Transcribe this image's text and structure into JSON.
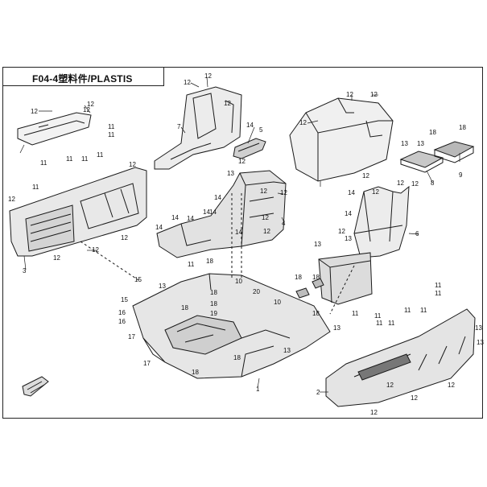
{
  "title": "F04-4塑料件/PLASTIS",
  "callouts": [
    {
      "id": "c1",
      "text": "1"
    },
    {
      "id": "c2",
      "text": "2"
    },
    {
      "id": "c3",
      "text": "3"
    },
    {
      "id": "c4",
      "text": "4"
    },
    {
      "id": "c5",
      "text": "5"
    },
    {
      "id": "c6",
      "text": "6"
    },
    {
      "id": "c7",
      "text": "7"
    },
    {
      "id": "c8",
      "text": "8"
    },
    {
      "id": "c9",
      "text": "9"
    },
    {
      "id": "c10a",
      "text": "10"
    },
    {
      "id": "c10b",
      "text": "10"
    },
    {
      "id": "c11a",
      "text": "11"
    },
    {
      "id": "c11b",
      "text": "11"
    },
    {
      "id": "c11c",
      "text": "11"
    },
    {
      "id": "c11d",
      "text": "11"
    },
    {
      "id": "c11e",
      "text": "11"
    },
    {
      "id": "c11f",
      "text": "11"
    },
    {
      "id": "c11g",
      "text": "11"
    },
    {
      "id": "c11h",
      "text": "11"
    },
    {
      "id": "c11i",
      "text": "11"
    },
    {
      "id": "c11j",
      "text": "11"
    },
    {
      "id": "c11k",
      "text": "11"
    },
    {
      "id": "c11l",
      "text": "11"
    },
    {
      "id": "c11m",
      "text": "11"
    },
    {
      "id": "c11n",
      "text": "11"
    },
    {
      "id": "c12a",
      "text": "12"
    },
    {
      "id": "c12b",
      "text": "12"
    },
    {
      "id": "c12c",
      "text": "12"
    },
    {
      "id": "c12d",
      "text": "12"
    },
    {
      "id": "c12e",
      "text": "12"
    },
    {
      "id": "c12f",
      "text": "12"
    },
    {
      "id": "c12g",
      "text": "12"
    },
    {
      "id": "c12h",
      "text": "12"
    },
    {
      "id": "c12i",
      "text": "12"
    },
    {
      "id": "c12j",
      "text": "12"
    },
    {
      "id": "c12k",
      "text": "12"
    },
    {
      "id": "c12l",
      "text": "12"
    },
    {
      "id": "c12m",
      "text": "12"
    },
    {
      "id": "c12n",
      "text": "12"
    },
    {
      "id": "c12o",
      "text": "12"
    },
    {
      "id": "c12p",
      "text": "12"
    },
    {
      "id": "c12q",
      "text": "12"
    },
    {
      "id": "c12r",
      "text": "12"
    },
    {
      "id": "c12s",
      "text": "12"
    },
    {
      "id": "c12t",
      "text": "12"
    },
    {
      "id": "c12u",
      "text": "12"
    },
    {
      "id": "c12v",
      "text": "12"
    },
    {
      "id": "c12w",
      "text": "12"
    },
    {
      "id": "c12x",
      "text": "12"
    },
    {
      "id": "c13a",
      "text": "13"
    },
    {
      "id": "c13b",
      "text": "13"
    },
    {
      "id": "c13c",
      "text": "13"
    },
    {
      "id": "c13d",
      "text": "13"
    },
    {
      "id": "c13e",
      "text": "13"
    },
    {
      "id": "c13f",
      "text": "13"
    },
    {
      "id": "c13g",
      "text": "13"
    },
    {
      "id": "c13h",
      "text": "13"
    },
    {
      "id": "c13i",
      "text": "13"
    },
    {
      "id": "c13j",
      "text": "13"
    },
    {
      "id": "c14a",
      "text": "14"
    },
    {
      "id": "c14b",
      "text": "14"
    },
    {
      "id": "c14c",
      "text": "14"
    },
    {
      "id": "c14d",
      "text": "14"
    },
    {
      "id": "c14e",
      "text": "14"
    },
    {
      "id": "c14f",
      "text": "14"
    },
    {
      "id": "c14g",
      "text": "14"
    },
    {
      "id": "c14h",
      "text": "14"
    },
    {
      "id": "c14i",
      "text": "14"
    },
    {
      "id": "c14j",
      "text": "14"
    },
    {
      "id": "c15a",
      "text": "15"
    },
    {
      "id": "c15b",
      "text": "15"
    },
    {
      "id": "c16a",
      "text": "16"
    },
    {
      "id": "c16b",
      "text": "16"
    },
    {
      "id": "c17a",
      "text": "17"
    },
    {
      "id": "c17b",
      "text": "17"
    },
    {
      "id": "c18a",
      "text": "18"
    },
    {
      "id": "c18b",
      "text": "18"
    },
    {
      "id": "c18c",
      "text": "18"
    },
    {
      "id": "c18d",
      "text": "18"
    },
    {
      "id": "c18e",
      "text": "18"
    },
    {
      "id": "c18f",
      "text": "18"
    },
    {
      "id": "c18g",
      "text": "18"
    },
    {
      "id": "c18h",
      "text": "18"
    },
    {
      "id": "c18i",
      "text": "18"
    },
    {
      "id": "c19",
      "text": "19"
    },
    {
      "id": "c20",
      "text": "20"
    }
  ]
}
